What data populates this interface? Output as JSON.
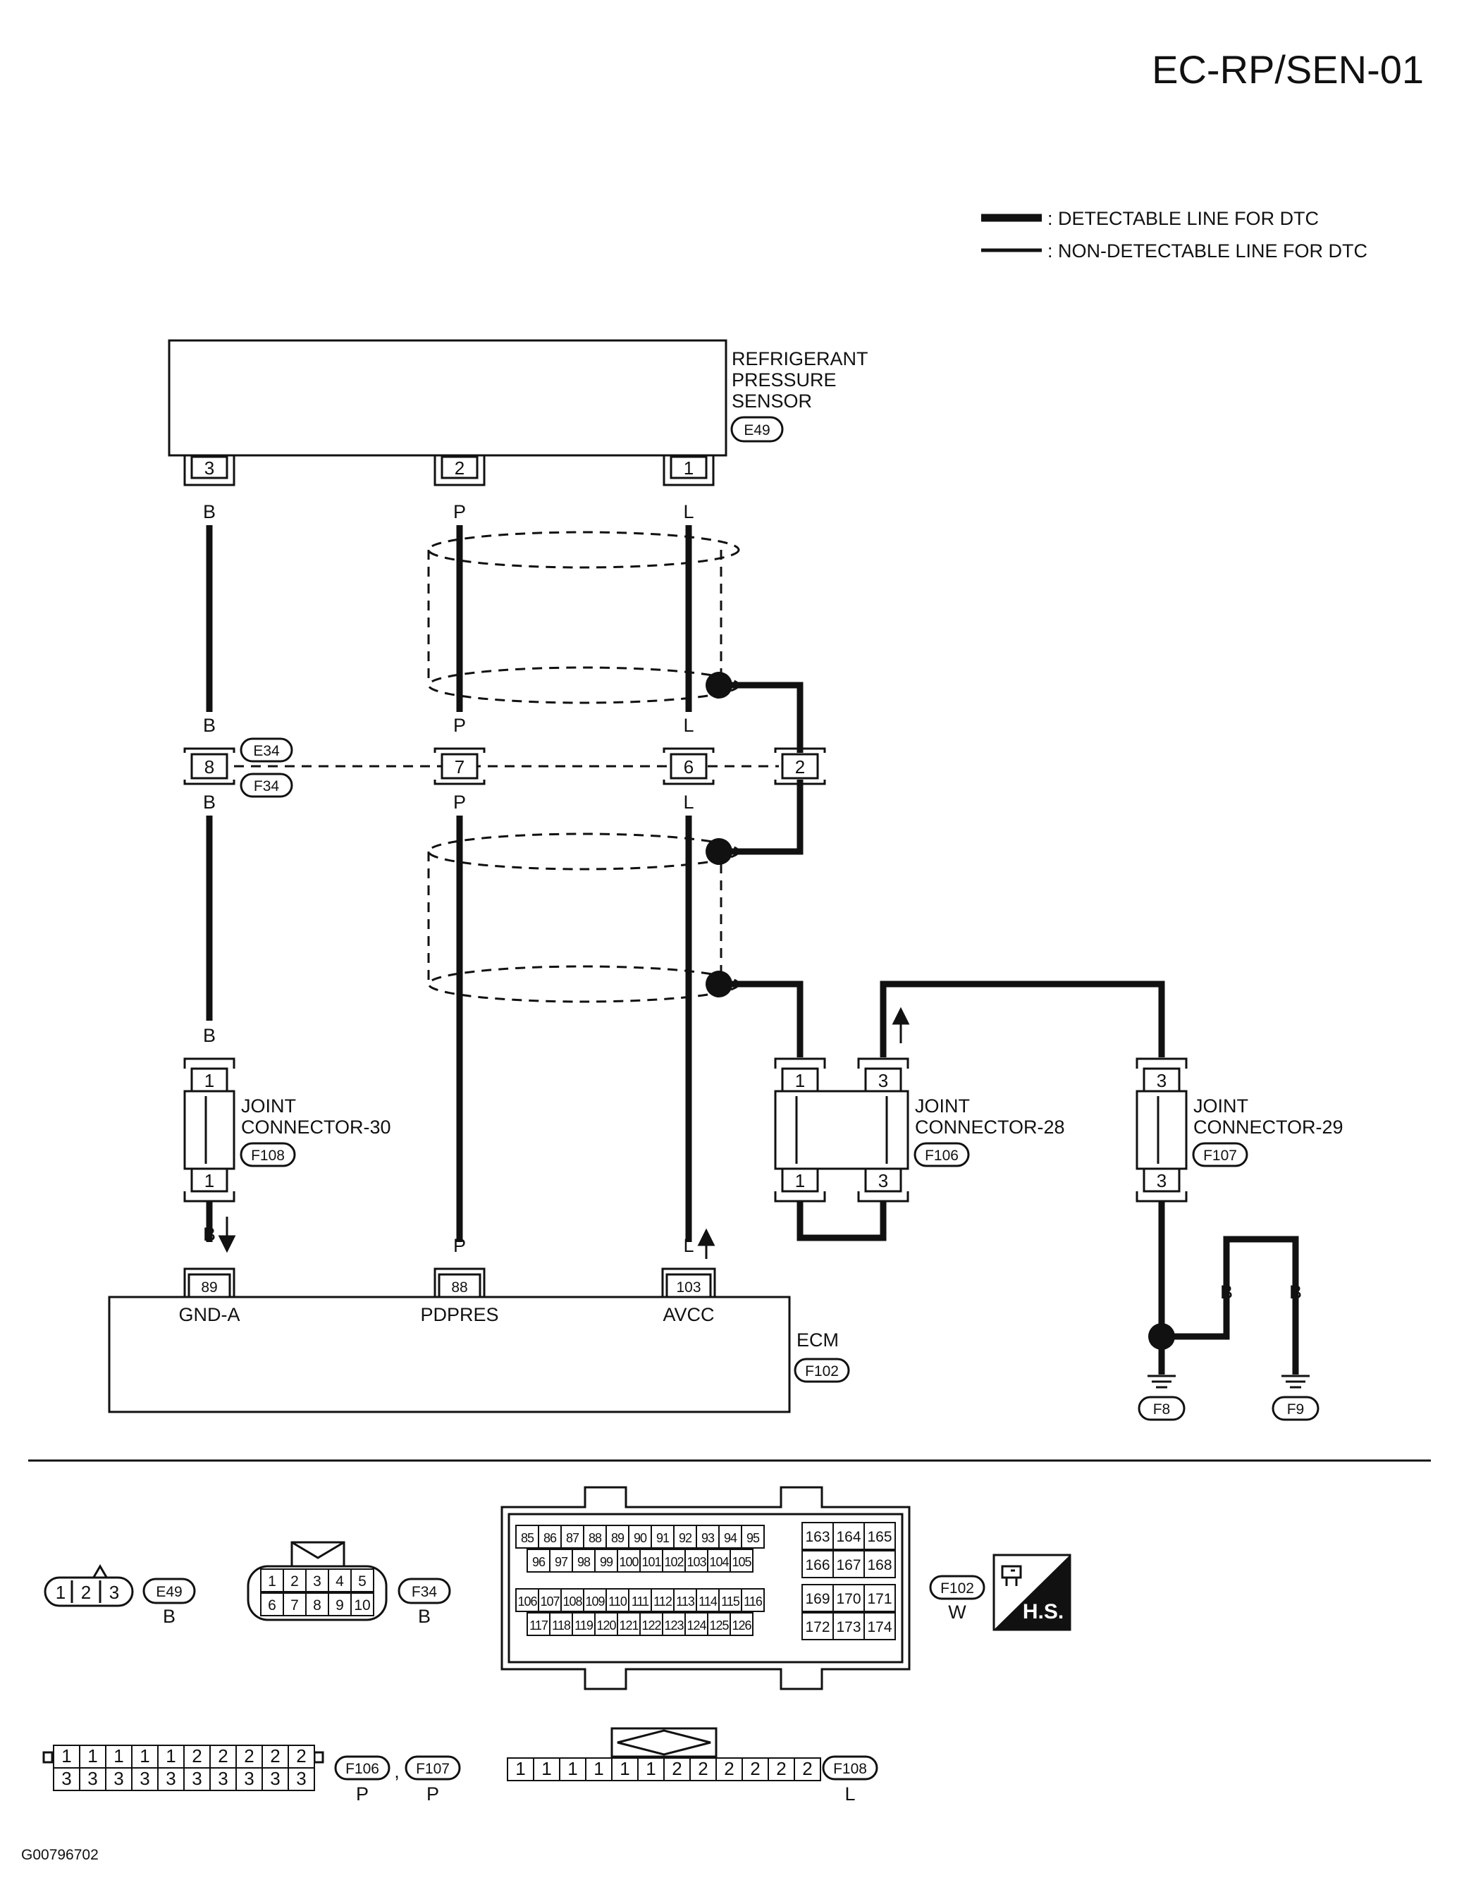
{
  "page_code": "EC-RP/SEN-01",
  "legend": {
    "detectable": ": DETECTABLE LINE FOR DTC",
    "non_detectable": ": NON-DETECTABLE LINE FOR DTC"
  },
  "sensor": {
    "name_line1": "REFRIGERANT",
    "name_line2": "PRESSURE",
    "name_line3": "SENSOR",
    "connector": "E49",
    "pins": [
      "3",
      "2",
      "1"
    ]
  },
  "wire_colors": {
    "left": "B",
    "mid": "P",
    "right": "L",
    "ground": "B"
  },
  "inline_connector": {
    "top": "E34",
    "bottom": "F34",
    "pins": [
      "8",
      "7",
      "6",
      "2"
    ]
  },
  "jc30": {
    "line1": "JOINT",
    "line2": "CONNECTOR-30",
    "connector": "F108",
    "pin_top": "1",
    "pin_bottom": "1"
  },
  "jc28": {
    "line1": "JOINT",
    "line2": "CONNECTOR-28",
    "connector": "F106",
    "pins_top": [
      "1",
      "3"
    ],
    "pins_bottom": [
      "1",
      "3"
    ]
  },
  "jc29": {
    "line1": "JOINT",
    "line2": "CONNECTOR-29",
    "connector": "F107",
    "pin_top": "3",
    "pin_bottom": "3"
  },
  "ecm": {
    "name": "ECM",
    "connector": "F102",
    "pins": [
      "89",
      "88",
      "103"
    ],
    "terminals": [
      "GND-A",
      "PDPRES",
      "AVCC"
    ]
  },
  "grounds": [
    "F8",
    "F9"
  ],
  "connector_views": {
    "e49": {
      "id": "E49",
      "color": "B",
      "pins": [
        "1",
        "2",
        "3"
      ]
    },
    "f34": {
      "id": "F34",
      "color": "B",
      "row1": [
        "1",
        "2",
        "3",
        "4",
        "5"
      ],
      "row2": [
        "6",
        "7",
        "8",
        "9",
        "10"
      ]
    },
    "f102": {
      "id": "F102",
      "color": "W",
      "left_row1": [
        "85",
        "86",
        "87",
        "88",
        "89",
        "90",
        "91",
        "92",
        "93",
        "94",
        "95"
      ],
      "left_row2": [
        "96",
        "97",
        "98",
        "99",
        "100",
        "101",
        "102",
        "103",
        "104",
        "105"
      ],
      "left_row3": [
        "106",
        "107",
        "108",
        "109",
        "110",
        "111",
        "112",
        "113",
        "114",
        "115",
        "116"
      ],
      "left_row4": [
        "117",
        "118",
        "119",
        "120",
        "121",
        "122",
        "123",
        "124",
        "125",
        "126"
      ],
      "right_row1": [
        "163",
        "164",
        "165"
      ],
      "right_row2": [
        "166",
        "167",
        "168"
      ],
      "right_row3": [
        "169",
        "170",
        "171"
      ],
      "right_row4": [
        "172",
        "173",
        "174"
      ]
    },
    "hs_badge": "H.S.",
    "f106_f107": {
      "id1": "F106",
      "id2": "F107",
      "sep": ",",
      "color1": "P",
      "color2": "P",
      "row1": [
        "1",
        "1",
        "1",
        "1",
        "1",
        "2",
        "2",
        "2",
        "2",
        "2"
      ],
      "row2": [
        "3",
        "3",
        "3",
        "3",
        "3",
        "3",
        "3",
        "3",
        "3",
        "3"
      ]
    },
    "f108": {
      "id": "F108",
      "color": "L",
      "row": [
        "1",
        "1",
        "1",
        "1",
        "1",
        "1",
        "2",
        "2",
        "2",
        "2",
        "2",
        "2"
      ]
    }
  },
  "figure_code": "G00796702"
}
